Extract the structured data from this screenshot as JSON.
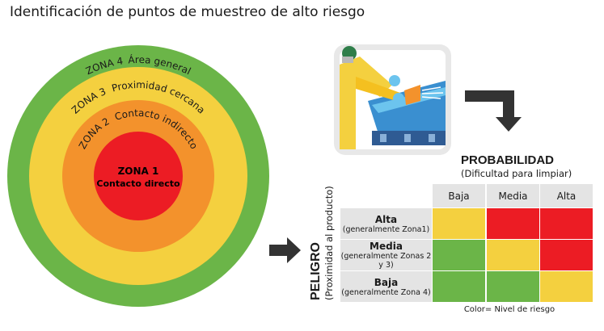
{
  "title": "Identificación de puntos de muestreo de alto riesgo",
  "zones": [
    {
      "label": "ZONA 1",
      "desc": "Contacto directo",
      "color": "#ec1c24"
    },
    {
      "label": "ZONA 2",
      "desc": "Contacto indirecto",
      "color": "#f3922c"
    },
    {
      "label": "ZONA 3",
      "desc": "Proximidad cercana",
      "color": "#f4d03f"
    },
    {
      "label": "ZONA 4",
      "desc": "Área general",
      "color": "#6bb548"
    }
  ],
  "matrix": {
    "x_title": "PROBABILIDAD",
    "x_subtitle": "(Dificultad para limpiar)",
    "y_title": "PELIGRO",
    "y_subtitle": "(Proximidad al producto)",
    "columns": [
      "Baja",
      "Media",
      "Alta"
    ],
    "rows": [
      {
        "label": "Alta",
        "sub": "(generalmente Zona1)",
        "risk": [
          "yellow",
          "red",
          "red"
        ]
      },
      {
        "label": "Media",
        "sub": "(generalmente Zonas 2 y 3)",
        "risk": [
          "green",
          "yellow",
          "red"
        ]
      },
      {
        "label": "Baja",
        "sub": "(generalmente Zona 4)",
        "risk": [
          "green",
          "green",
          "yellow"
        ]
      }
    ],
    "footer": "Color= Nivel de riesgo",
    "colors": {
      "green": "#6bb548",
      "yellow": "#f4d03f",
      "red": "#ec1c24"
    }
  }
}
